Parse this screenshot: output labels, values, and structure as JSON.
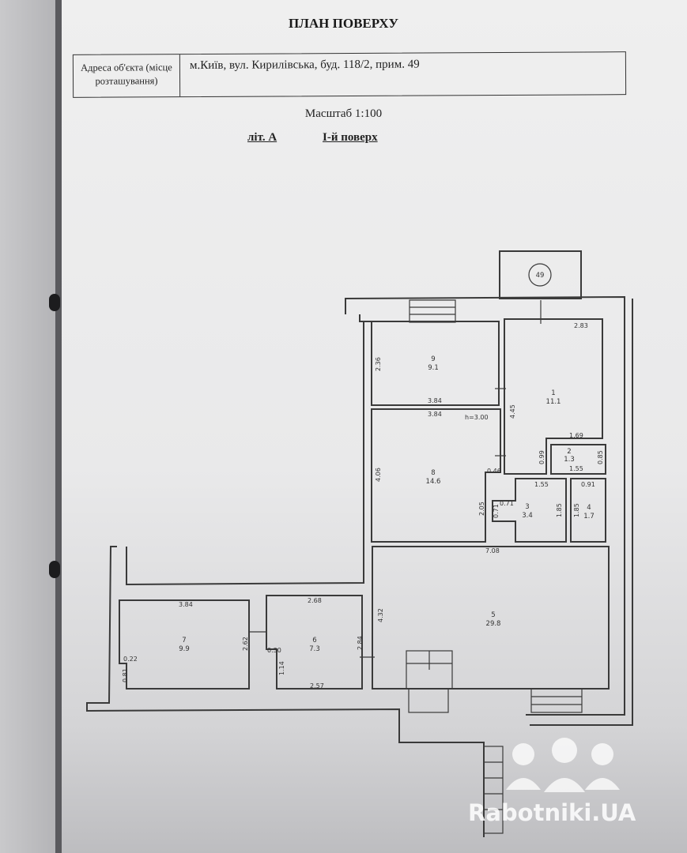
{
  "header": {
    "title": "ПЛАН ПОВЕРХУ",
    "address_label": "Адреса об'єкта (місце розташування)",
    "address_value": "м.Київ, вул. Кирилівська, буд. 118/2, прим. 49",
    "scale": "Масштаб 1:100",
    "letter": "літ. А",
    "floor": "І-й поверх"
  },
  "plan": {
    "unit_number": "49",
    "ceiling_height": "h=3.00",
    "rooms": [
      {
        "number": "1",
        "area": "11.1"
      },
      {
        "number": "2",
        "area": "1.3"
      },
      {
        "number": "3",
        "area": "3.4"
      },
      {
        "number": "4",
        "area": "1.7"
      },
      {
        "number": "5",
        "area": "29.8"
      },
      {
        "number": "6",
        "area": "7.3"
      },
      {
        "number": "7",
        "area": "9.9"
      },
      {
        "number": "8",
        "area": "14.6"
      },
      {
        "number": "9",
        "area": "9.1"
      }
    ],
    "dimensions": [
      "2.83",
      "2.36",
      "3.84",
      "3.84",
      "4.45",
      "1.69",
      "0.99",
      "0.85",
      "1.55",
      "0.46",
      "1.55",
      "0.91",
      "0.71",
      "0.71",
      "2.05",
      "1.85",
      "1.85",
      "7.08",
      "4.32",
      "3.84",
      "2.62",
      "0.30",
      "2.68",
      "1.14",
      "2.57",
      "2.84",
      "0.22",
      "0.81",
      "4.06"
    ]
  },
  "watermark": "Rabotniki.UA"
}
